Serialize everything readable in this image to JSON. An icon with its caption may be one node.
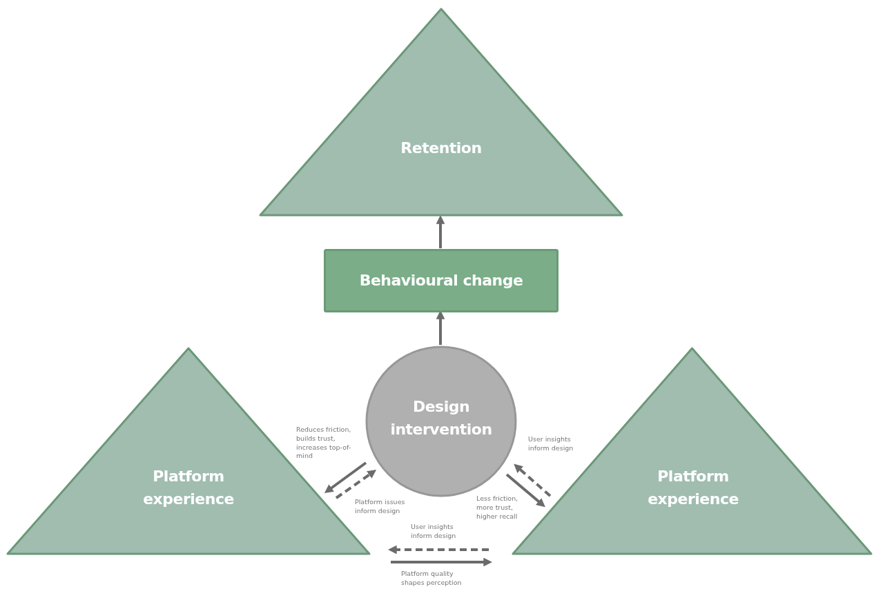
{
  "diagram": {
    "nodes": [
      {
        "text": [
          "Retention"
        ]
      },
      {
        "text": [
          "Behavioural change"
        ]
      },
      {
        "text": [
          "Design intervention"
        ]
      },
      {
        "text": [
          "Platform experience"
        ]
      },
      {
        "text": [
          "Platform experience"
        ]
      }
    ],
    "edges": [
      {
        "from": 1,
        "to": 0,
        "arrow": "to"
      },
      {
        "from": 2,
        "to": 1,
        "arrow": "to"
      },
      {
        "from": 2,
        "to": 3,
        "arrow": "to",
        "label": "Reduces friction, builds trust, increases top-of-mind"
      },
      {
        "from": 3,
        "to": 2,
        "arrow": "to",
        "style": "dashed",
        "label": "Platform issues inform design"
      },
      {
        "from": 4,
        "to": 2,
        "arrow": "to",
        "style": "dashed",
        "label": "User insights inform design"
      },
      {
        "from": 2,
        "to": 4,
        "arrow": "to",
        "label": "Less friction, more trust, higher recall"
      },
      {
        "from": 4,
        "to": 3,
        "arrow": "to",
        "style": "dashed",
        "label": "User insights inform design"
      },
      {
        "from": 3,
        "to": 4,
        "arrow": "to",
        "label": "Platform quality shapes perception"
      }
    ]
  }
}
